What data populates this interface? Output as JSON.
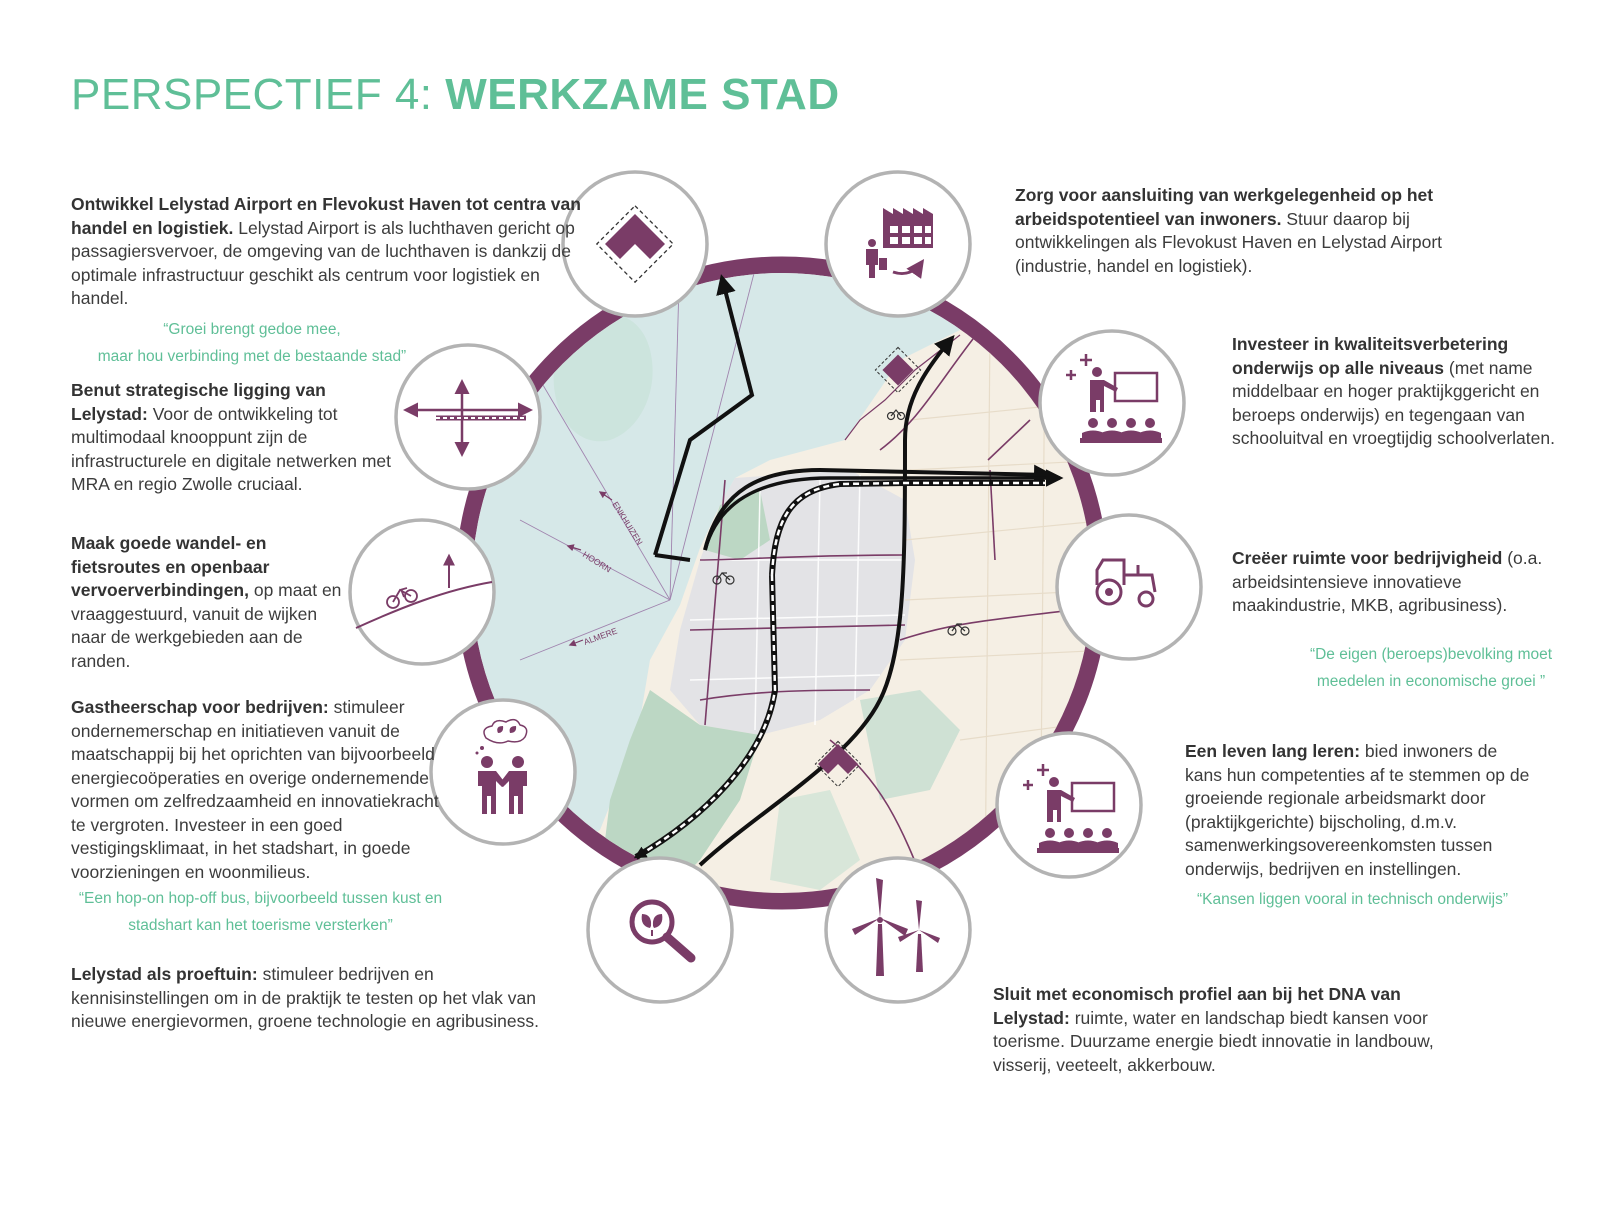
{
  "title": {
    "prefix": "PERSPECTIEF 4:",
    "main": "WERKZAME STAD"
  },
  "colors": {
    "accent_green": "#5fbf97",
    "purple": "#7a3c67",
    "water": "#d6e8e8",
    "land": "#f5efe4",
    "city": "#e3e3e6",
    "green": "#bcd7c4"
  },
  "blocks": {
    "airport": {
      "bold": "Ontwikkel Lelystad Airport en Flevokust Haven tot centra van handel en logistiek.",
      "text": " Lelystad Airport is als luchthaven gericht op passagiersvervoer, de omgeving van de luchthaven is dankzij de optimale infrastructuur geschikt als centrum voor logistiek en handel."
    },
    "ligging": {
      "bold": "Benut strategische ligging van Lelystad:",
      "text": " Voor de ontwikkeling tot multimodaal knooppunt zijn de infrastructurele en digitale netwerken met MRA en regio Zwolle cruciaal."
    },
    "wandel": {
      "bold": "Maak goede wandel- en fietsroutes en openbaar vervoerverbindingen,",
      "text": " op maat en vraaggestuurd, vanuit de wijken naar de werkgebieden aan de randen."
    },
    "gastheer": {
      "bold": "Gastheerschap voor bedrijven:",
      "text": " stimuleer ondernemerschap en initiatieven vanuit de maatschappij bij het oprichten van bijvoorbeeld energiecoöperaties en overige ondernemende vormen om zelfredzaamheid en innovatiekracht te vergroten. Investeer in een goed vestigingsklimaat, in het stadshart, in goede voorzieningen en woonmilieus."
    },
    "proeftuin": {
      "bold": "Lelystad als proeftuin:",
      "text": " stimuleer bedrijven en kennisinstellingen om in de praktijk te testen op het vlak van nieuwe energievormen, groene technologie en agribusiness."
    },
    "aansluiting": {
      "bold": "Zorg voor aansluiting van werkgelegenheid op het arbeidspotentieel van inwoners.",
      "text": " Stuur daarop bij ontwikkelingen als Flevokust Haven en Lelystad Airport (industrie, handel en logistiek)."
    },
    "onderwijs": {
      "bold": "Investeer in kwaliteitsverbetering onderwijs op alle niveaus",
      "text": " (met name middelbaar en hoger praktijkggericht en beroeps onderwijs) en tegengaan van schooluitval en vroegtijdig schoolverlaten."
    },
    "bedrijvigheid": {
      "bold": "Creëer ruimte voor bedrijvigheid",
      "text": " (o.a. arbeidsintensieve innovatieve maakindustrie, MKB, agribusiness)."
    },
    "leren": {
      "bold": "Een leven lang leren:",
      "text": " bied inwoners de kans hun competenties af te stemmen op de groeiende regionale arbeidsmarkt door (praktijkgerichte) bijscholing, d.m.v. samenwerkingsovereenkomsten tussen onderwijs, bedrijven en instellingen."
    },
    "dna": {
      "bold": "Sluit met economisch profiel aan bij het DNA van Lelystad:",
      "text": " ruimte, water en landschap biedt kansen voor toerisme. Duurzame energie biedt innovatie in landbouw, visserij, veeteelt, akkerbouw."
    }
  },
  "quotes": {
    "q1": {
      "line1": "“Groei brengt gedoe mee,",
      "line2": "maar hou verbinding met de bestaande stad”"
    },
    "q2": {
      "line1": "“Een hop-on hop-off bus, bijvoorbeeld tussen kust en",
      "line2": "stadshart kan het toerisme  versterken”"
    },
    "q3": {
      "line1": "“De eigen (beroeps)bevolking moet",
      "line2": "meedelen in economische groei ”"
    },
    "q4": {
      "line1": "“Kansen liggen vooral in technisch onderwijs”"
    }
  },
  "map_labels": {
    "enkhuizen": "ENKHUIZEN",
    "hoorn": "HOORN",
    "almere": "ALMERE"
  },
  "icons": [
    "airport-hub-icon",
    "factory-worker-icon",
    "crossroads-arrows-icon",
    "teacher-class-icon",
    "cyclist-route-icon",
    "tractor-icon",
    "people-idea-icon",
    "teacher-class-icon",
    "magnifier-leaf-icon",
    "wind-turbine-icon"
  ]
}
